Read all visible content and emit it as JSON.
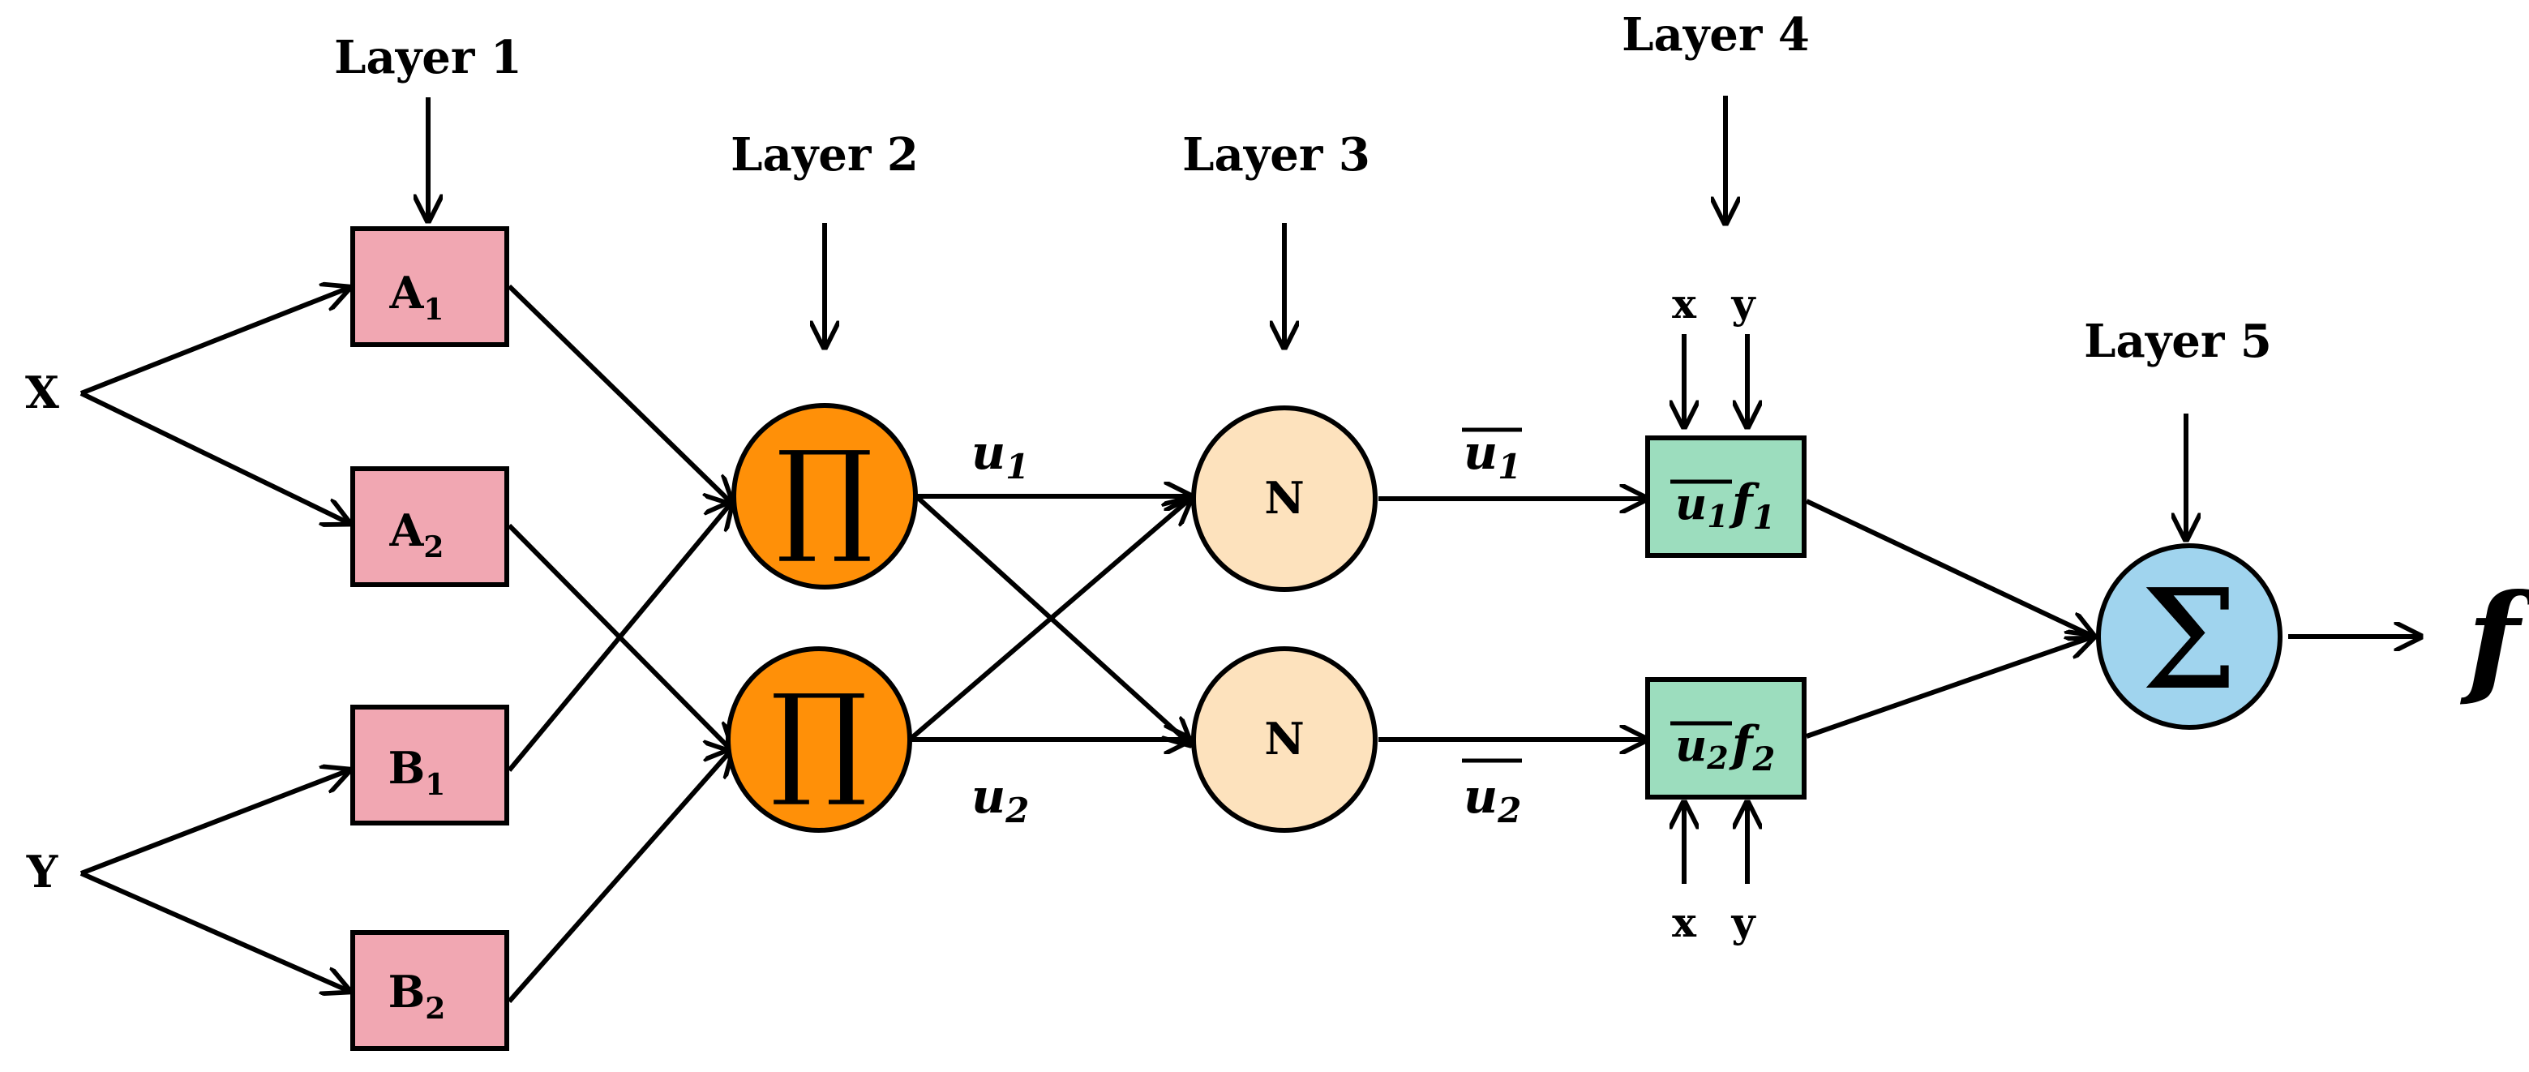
{
  "layers": {
    "layer1": "Layer 1",
    "layer2": "Layer 2",
    "layer3": "Layer 3",
    "layer4": "Layer 4",
    "layer5": "Layer 5"
  },
  "inputs": {
    "x": "X",
    "y": "Y"
  },
  "layer1_nodes": [
    {
      "base": "A",
      "sub": "1"
    },
    {
      "base": "A",
      "sub": "2"
    },
    {
      "base": "B",
      "sub": "1"
    },
    {
      "base": "B",
      "sub": "2"
    }
  ],
  "layer2_symbol": "∏",
  "layer3_symbol": "N",
  "layer5_symbol": "Σ",
  "weights": [
    {
      "base": "u",
      "sub": "1"
    },
    {
      "base": "u",
      "sub": "2"
    }
  ],
  "layer4_nodes": [
    {
      "u": "u",
      "u_sub": "1",
      "f": "f",
      "f_sub": "1"
    },
    {
      "u": "u",
      "u_sub": "2",
      "f": "f",
      "f_sub": "2"
    }
  ],
  "consequent_inputs": {
    "x": "x",
    "y": "y"
  },
  "output": "f",
  "colors": {
    "layer1_fill": "#F1A7B2",
    "layer2_fill": "#FF9008",
    "layer3_fill": "#FDE2BD",
    "layer4_fill": "#9CDDBE",
    "layer5_fill": "#A0D4EE",
    "stroke": "#000000"
  }
}
